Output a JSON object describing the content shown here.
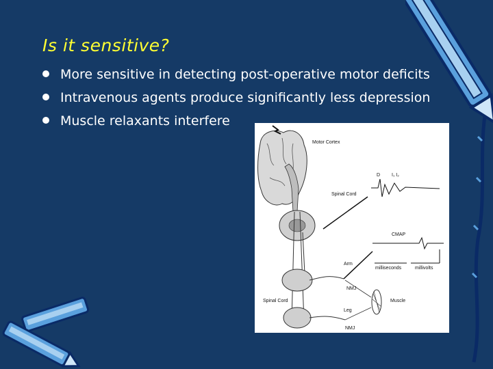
{
  "slide": {
    "title": "Is it sensitive?",
    "bullets": [
      "More sensitive in detecting post-operative motor deficits",
      "Intravenous agents produce significantly less depression",
      "Muscle relaxants interfere"
    ]
  },
  "figure": {
    "labels": {
      "motor_cortex": "Motor Cortex",
      "d": "D",
      "i1_i2": "I₁ I₂",
      "spinal_cord_top": "Spinal Cord",
      "cmap": "CMAP",
      "arm": "Arm",
      "milliseconds": "milliseconds",
      "millivolts": "millivolts",
      "nmj_arm": "NMJ",
      "spinal_cord_left": "Spinal Cord",
      "muscle": "Muscle",
      "leg": "Leg",
      "nmj_leg": "NMJ"
    }
  },
  "colors": {
    "background": "#153a66",
    "title": "#ffff33",
    "bullet_text": "#ffffff",
    "pencil_body": "#5aa0dd",
    "pencil_dark": "#0a2a66"
  },
  "decorations": [
    "pencil-icon-right",
    "pencil-icon-bottom-left"
  ]
}
